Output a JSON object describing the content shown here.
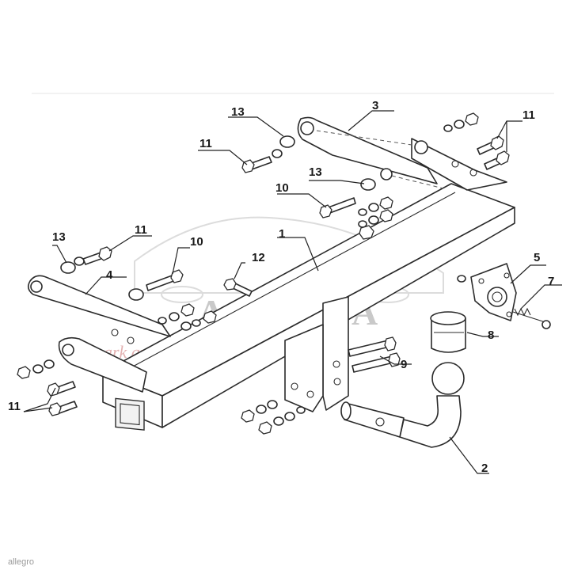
{
  "watermark": {
    "brand": "AHAKA",
    "tagline": "park and travel",
    "source": "allegro"
  },
  "callouts": [
    {
      "id": "1",
      "label": "1"
    },
    {
      "id": "2",
      "label": "2"
    },
    {
      "id": "3",
      "label": "3"
    },
    {
      "id": "4",
      "label": "4"
    },
    {
      "id": "5",
      "label": "5"
    },
    {
      "id": "7",
      "label": "7"
    },
    {
      "id": "8",
      "label": "8"
    },
    {
      "id": "9",
      "label": "9"
    },
    {
      "id": "10a",
      "label": "10"
    },
    {
      "id": "10b",
      "label": "10"
    },
    {
      "id": "11a",
      "label": "11"
    },
    {
      "id": "11b",
      "label": "11"
    },
    {
      "id": "11c",
      "label": "11"
    },
    {
      "id": "11d",
      "label": "11"
    },
    {
      "id": "12",
      "label": "12"
    },
    {
      "id": "13a",
      "label": "13"
    },
    {
      "id": "13b",
      "label": "13"
    },
    {
      "id": "13c",
      "label": "13"
    }
  ]
}
